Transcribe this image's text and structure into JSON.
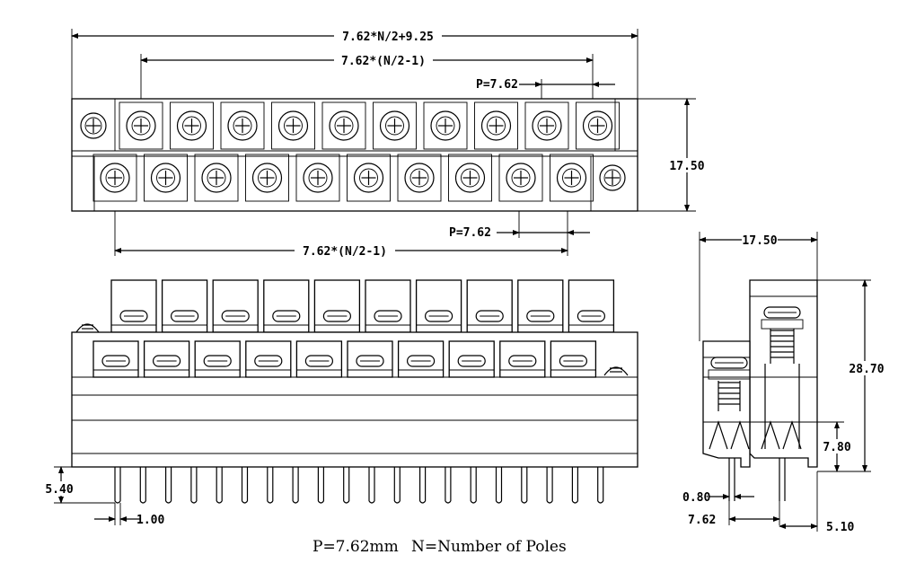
{
  "top_view": {
    "overall_width": "7.62*N/2+9.25",
    "top_row_span": "7.62*(N/2-1)",
    "top_pitch": "P=7.62",
    "bottom_pitch": "P=7.62",
    "bottom_row_span": "7.62*(N/2-1)",
    "height": "17.50",
    "screws_per_row": 10
  },
  "front_view": {
    "pin_length": "5.40",
    "pin_width": "1.00",
    "pin_count": 20
  },
  "side_view": {
    "width": "17.50",
    "height": "28.70",
    "pin_height": "7.80",
    "pin_thickness": "0.80",
    "pin_row_offset": "7.62",
    "pin_edge_offset": "5.10"
  },
  "caption": {
    "pitch": "P=7.62mm",
    "poles": "N=Number of Poles"
  }
}
